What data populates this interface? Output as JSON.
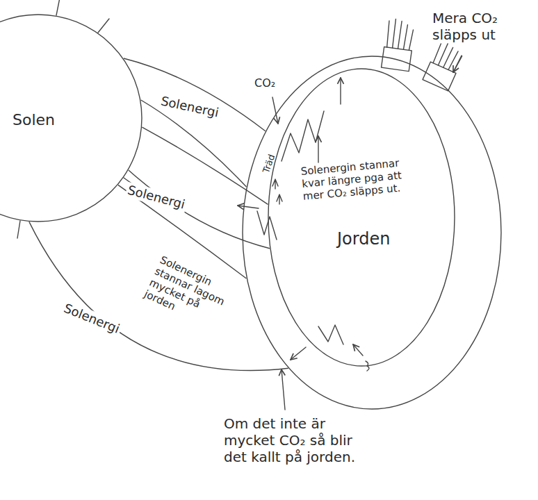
{
  "diagram": {
    "nodes": [
      {
        "text": [
          "Solen"
        ]
      },
      {
        "text": [
          "Solenergin stannar lagom mycket på jorden"
        ]
      },
      {
        "text": [
          "Jorden",
          "Solenergin stannar kvar längre pga att mer CO₂ släpps ut."
        ],
        "in": 1
      }
    ],
    "edges": [
      {
        "from": 0,
        "to": 1,
        "label": "Solenergi",
        "arrow": "none"
      },
      {
        "from": 0,
        "to": 2,
        "label": "Solenergi",
        "arrow": "none"
      },
      {
        "from": 0,
        "to": 1,
        "label": "Solenergi",
        "arrow": "none"
      }
    ],
    "labels": [
      "CO₂",
      "Mera CO₂ släpps ut",
      "Träd",
      "Om det inte är mycket CO₂ så blir det kallt på jorden."
    ]
  }
}
